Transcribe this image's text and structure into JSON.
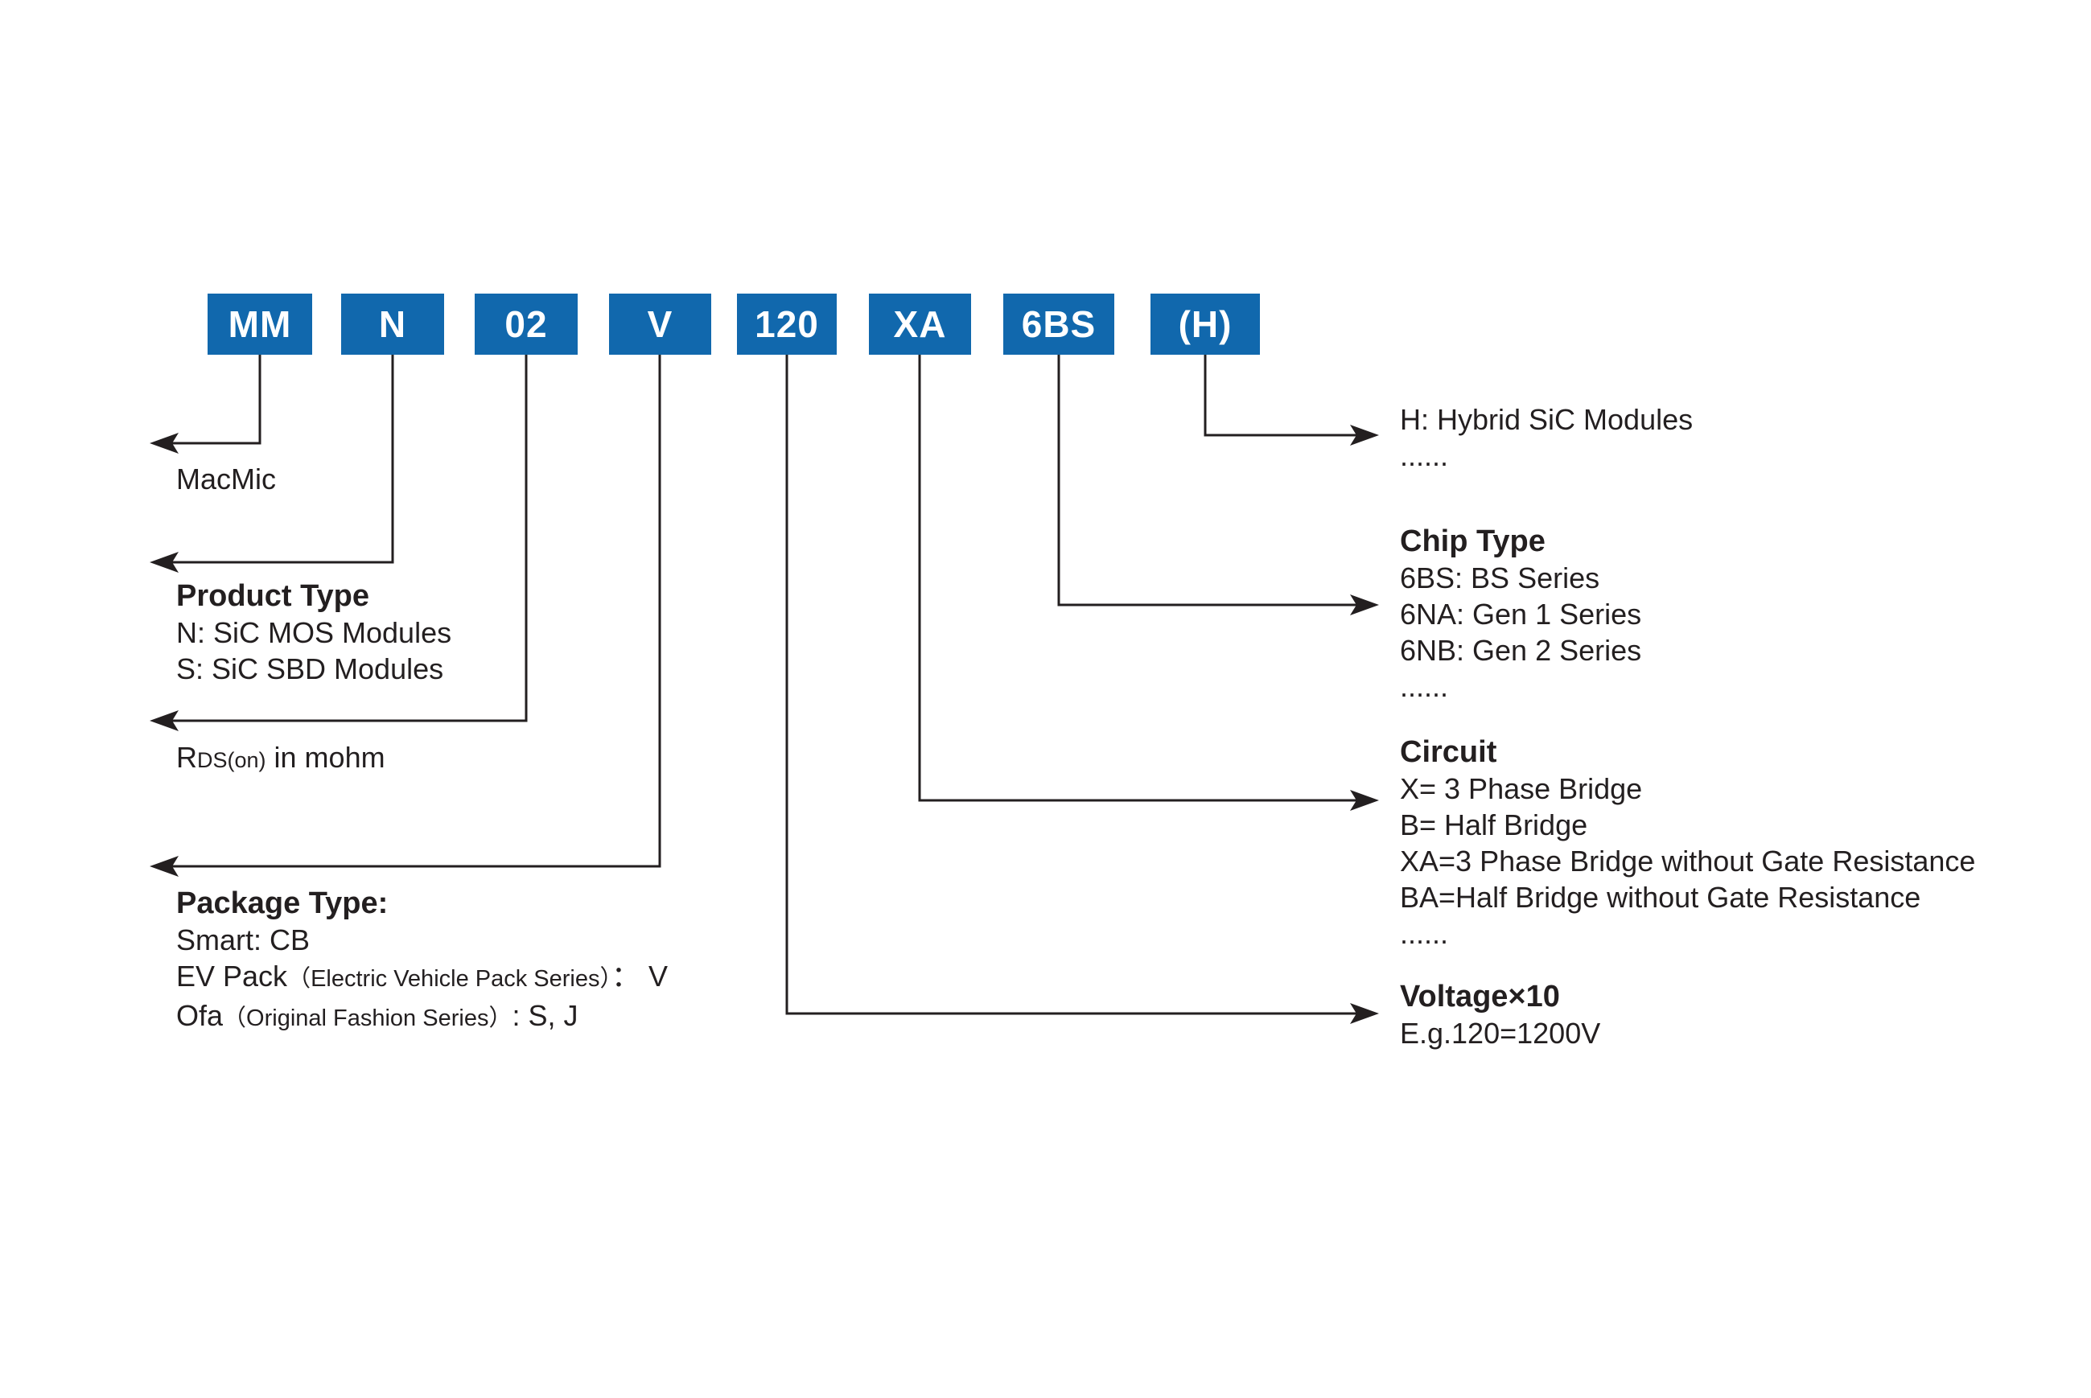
{
  "palette": {
    "box_blue": "#1168ad",
    "line_color": "#231f20",
    "text_color": "#231f20"
  },
  "part_number": {
    "boxes": [
      {
        "label": "MM"
      },
      {
        "label": "N"
      },
      {
        "label": "02"
      },
      {
        "label": "V"
      },
      {
        "label": "120"
      },
      {
        "label": "XA"
      },
      {
        "label": "6BS"
      },
      {
        "label": "(H)"
      }
    ]
  },
  "annotations": {
    "macmic": {
      "title": "MacMic"
    },
    "product_type": {
      "title": "Product Type",
      "lines": [
        "N: SiC MOS Modules",
        "S: SiC SBD Modules"
      ]
    },
    "rds": {
      "prefix": "R",
      "sub": "DS(on)",
      "suffix": " in mohm"
    },
    "package_type": {
      "title": "Package Type:",
      "line1": "Smart: CB",
      "line2_main": "EV Pack",
      "line2_paren": "（Electric Vehicle Pack Series）",
      "line2_tail": "： V",
      "line3_main": "Ofa",
      "line3_paren": "（Original Fashion Series）",
      "line3_tail": ": S, J"
    },
    "hybrid": {
      "line1": "H: Hybrid SiC Modules",
      "ellipsis": "......"
    },
    "chip_type": {
      "title": "Chip Type",
      "lines": [
        "6BS: BS Series",
        "6NA: Gen 1 Series",
        "6NB: Gen 2 Series"
      ],
      "ellipsis": "......"
    },
    "circuit": {
      "title": "Circuit",
      "lines": [
        "X= 3 Phase Bridge",
        "B= Half Bridge",
        "XA=3 Phase Bridge without Gate Resistance",
        "BA=Half Bridge without Gate Resistance"
      ],
      "ellipsis": "......"
    },
    "voltage": {
      "title": "Voltage×10",
      "line1": "E.g.120=1200V"
    }
  }
}
